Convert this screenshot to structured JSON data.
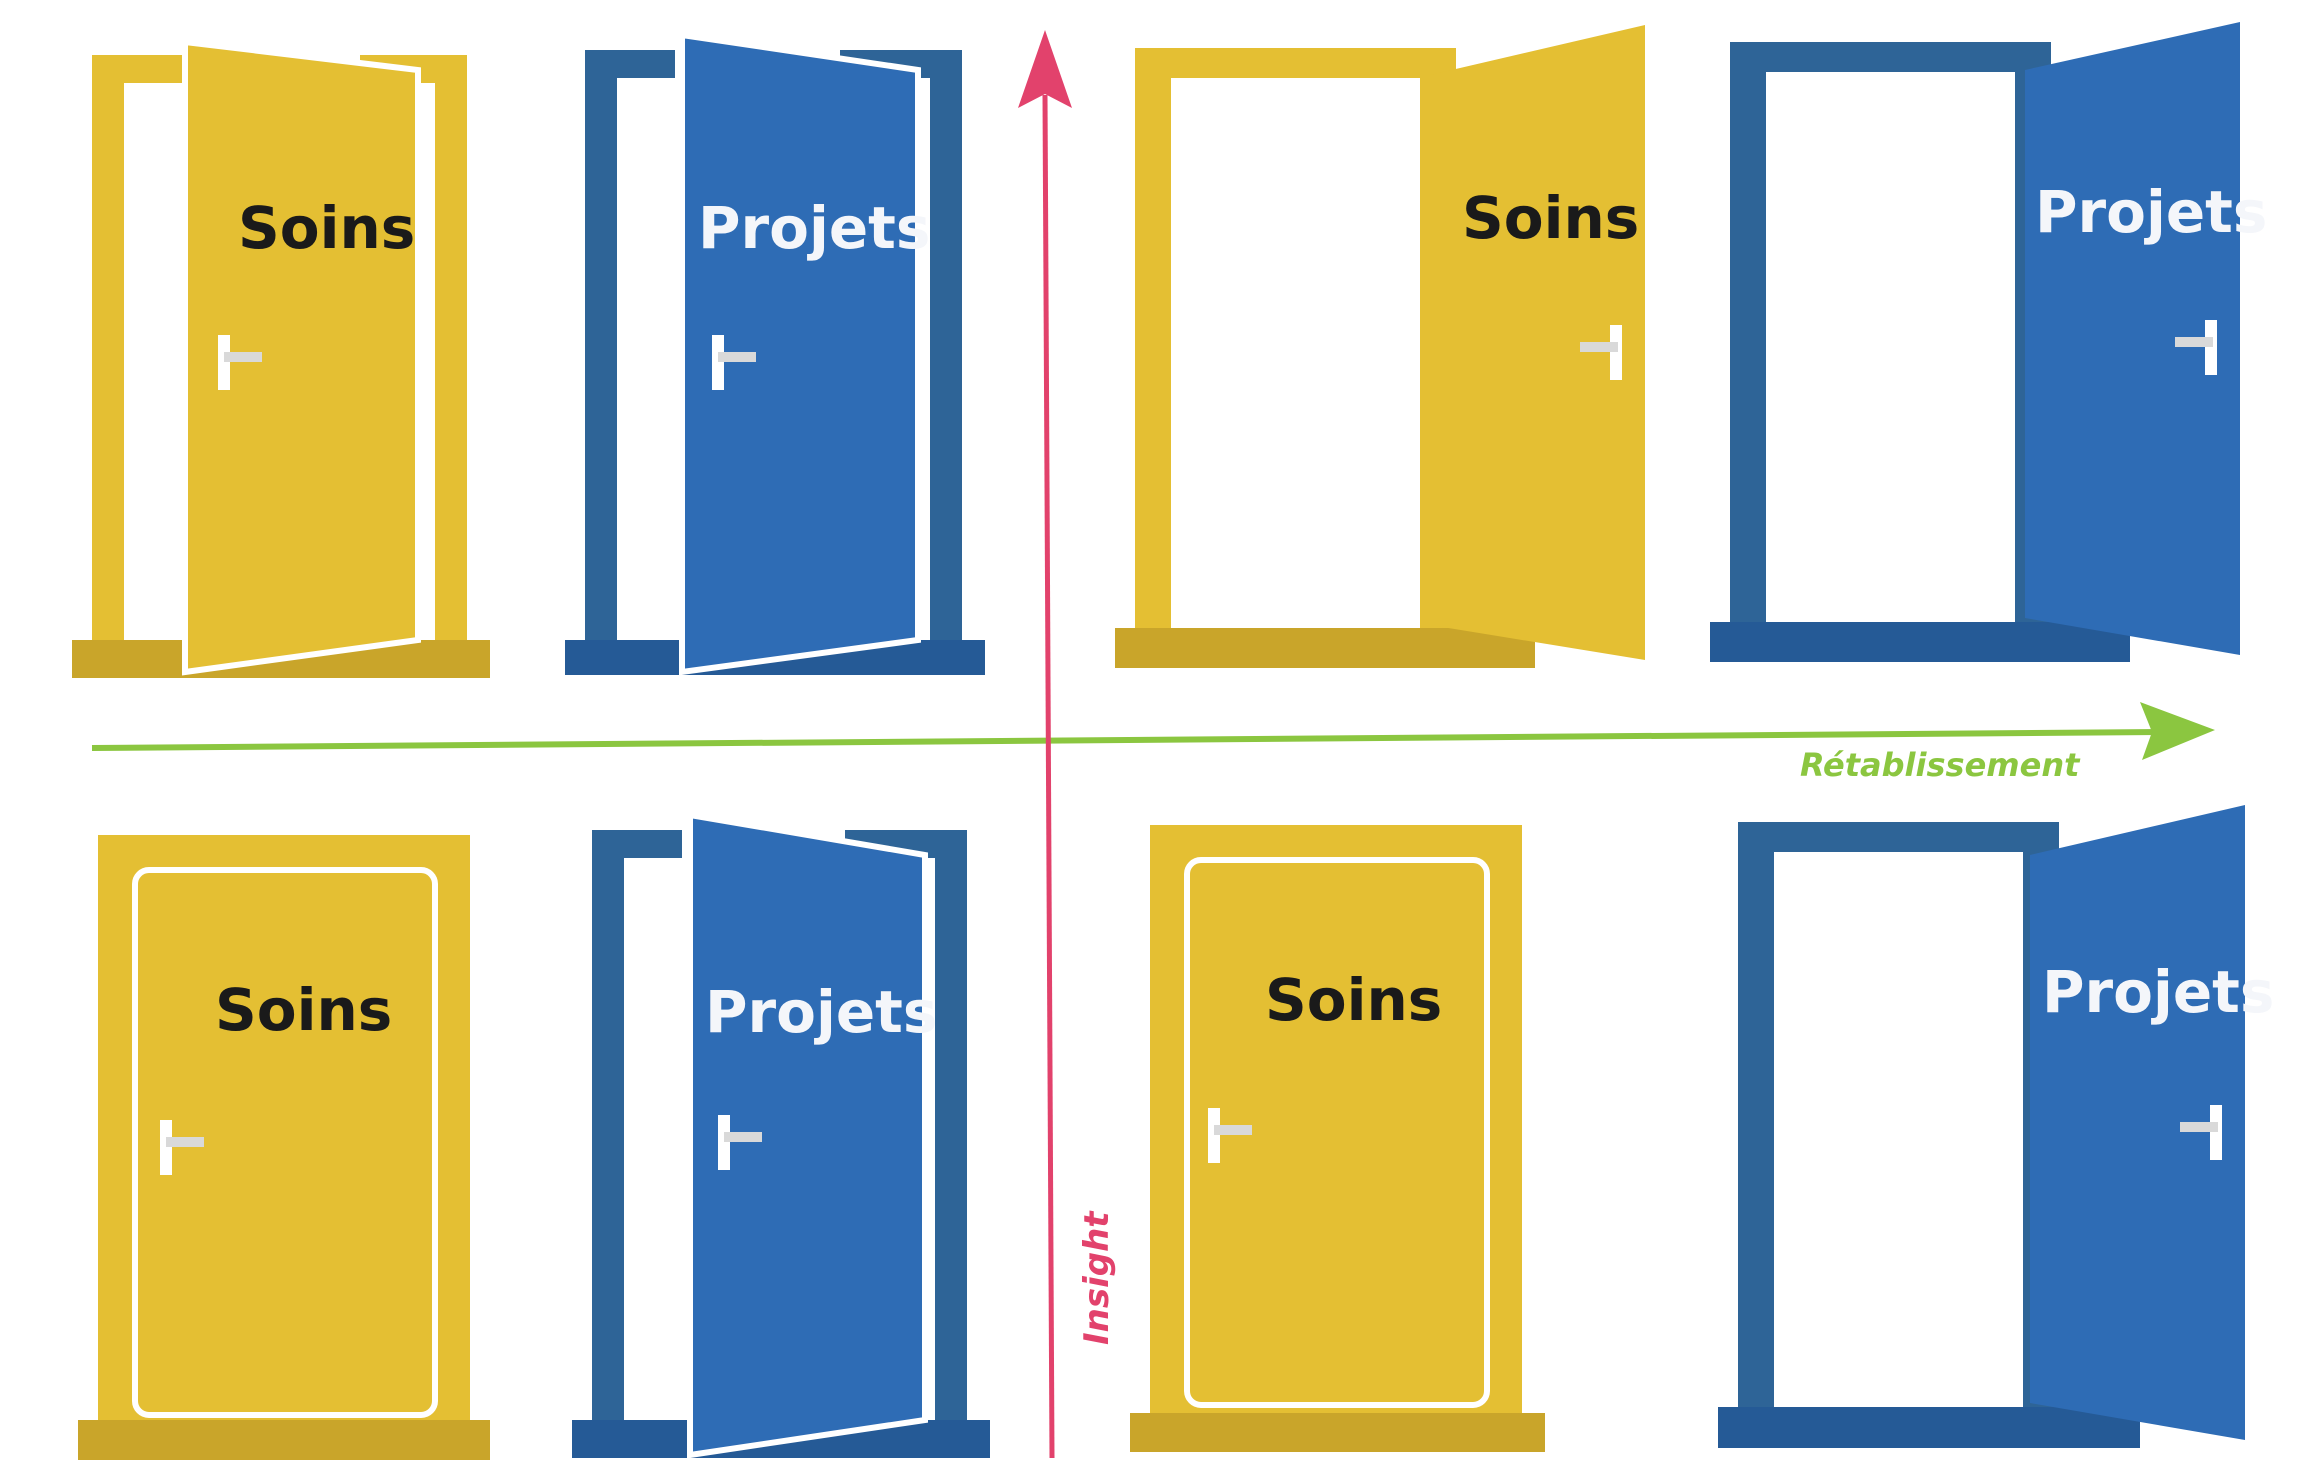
{
  "colors": {
    "yellow": "#E4BF33",
    "yellow_dark": "#C9A52A",
    "blue": "#2E6CB5",
    "blue_dark": "#255A96",
    "frame_blue": "#2E6497",
    "red_axis": "#E2426C",
    "green_axis": "#8BC640",
    "label_dark": "#1a1a1a",
    "label_light": "#f4f6fa"
  },
  "axes": {
    "vertical_label": "Insight",
    "horizontal_label": "Rétablissement"
  },
  "quadrants": [
    {
      "position": "top-left",
      "doors": [
        {
          "label": "Soins",
          "color": "yellow",
          "state": "ajar"
        },
        {
          "label": "Projets",
          "color": "blue",
          "state": "ajar"
        }
      ]
    },
    {
      "position": "top-right",
      "doors": [
        {
          "label": "Soins",
          "color": "yellow",
          "state": "open"
        },
        {
          "label": "Projets",
          "color": "blue",
          "state": "open"
        }
      ]
    },
    {
      "position": "bottom-left",
      "doors": [
        {
          "label": "Soins",
          "color": "yellow",
          "state": "closed"
        },
        {
          "label": "Projets",
          "color": "blue",
          "state": "ajar"
        }
      ]
    },
    {
      "position": "bottom-right",
      "doors": [
        {
          "label": "Soins",
          "color": "yellow",
          "state": "closed"
        },
        {
          "label": "Projets",
          "color": "blue",
          "state": "open"
        }
      ]
    }
  ]
}
